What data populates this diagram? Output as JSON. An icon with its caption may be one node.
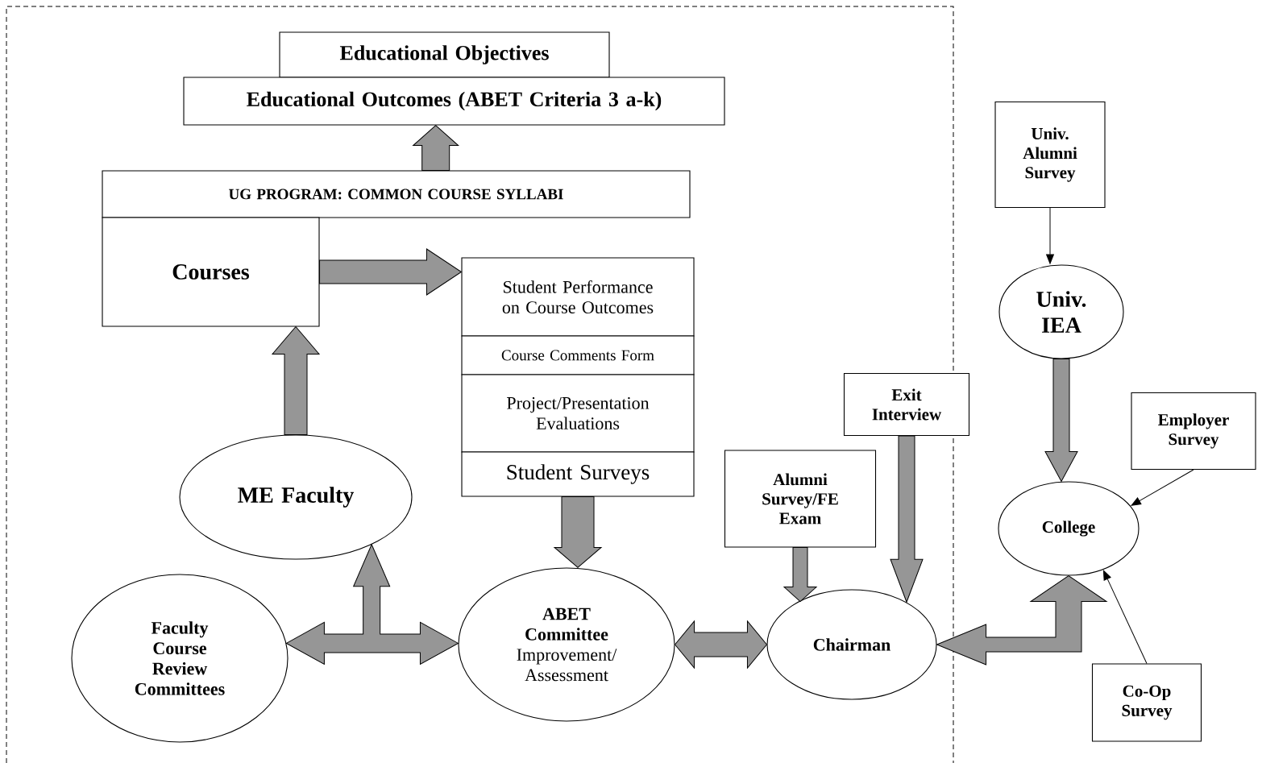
{
  "diagram": {
    "nodes": [
      {
        "text": [
          "Educational Objectives"
        ]
      },
      {
        "text": [
          "Educational Outcomes (ABET Criteria 3 a-k)"
        ]
      },
      {
        "text": [
          "UG PROGRAM: COMMON COURSE SYLLABI"
        ]
      },
      {
        "text": [
          "Courses"
        ]
      },
      {
        "text": [
          "Student Performance on Course Outcomes"
        ]
      },
      {
        "text": [
          "Course Comments Form"
        ]
      },
      {
        "text": [
          "Project/Presentation Evaluations"
        ]
      },
      {
        "text": [
          "Student Surveys"
        ]
      },
      {
        "text": [
          "ME Faculty"
        ]
      },
      {
        "text": [
          "Faculty Course Review Committees"
        ]
      },
      {
        "text": [
          "ABET Committee",
          "Improvement/ Assessment"
        ]
      },
      {
        "text": [
          "Chairman"
        ]
      },
      {
        "text": [
          "Alumni Survey/FE Exam"
        ]
      },
      {
        "text": [
          "Exit Interview"
        ]
      },
      {
        "text": [
          "Univ. Alumni Survey"
        ]
      },
      {
        "text": [
          "Univ. IEA"
        ]
      },
      {
        "text": [
          "Employer Survey"
        ]
      },
      {
        "text": [
          "College"
        ]
      },
      {
        "text": [
          "Co-Op Survey"
        ]
      }
    ],
    "edges": [
      {
        "from": 2,
        "to": 1,
        "arrow": "to"
      },
      {
        "from": 3,
        "to": 4,
        "arrow": "to"
      },
      {
        "from": 8,
        "to": 3,
        "arrow": "to"
      },
      {
        "from": 9,
        "to": 10,
        "arrow": "both"
      },
      {
        "from": 9,
        "to": 8,
        "arrow": "both"
      },
      {
        "from": 7,
        "to": 10,
        "arrow": "to"
      },
      {
        "from": 10,
        "to": 11,
        "arrow": "both"
      },
      {
        "from": 12,
        "to": 11,
        "arrow": "to"
      },
      {
        "from": 13,
        "to": 11,
        "arrow": "to"
      },
      {
        "from": 15,
        "to": 17,
        "arrow": "to"
      },
      {
        "from": 11,
        "to": 17,
        "arrow": "both"
      },
      {
        "from": 14,
        "to": 15,
        "arrow": "to"
      },
      {
        "from": 16,
        "to": 17,
        "arrow": "to"
      },
      {
        "from": 18,
        "to": 17,
        "arrow": "to"
      }
    ]
  }
}
